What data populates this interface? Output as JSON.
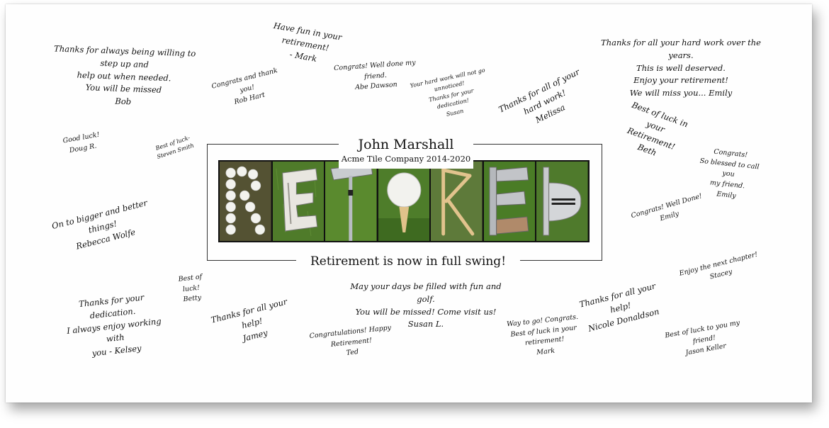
{
  "plaque": {
    "name": "John Marshall",
    "company": "Acme Tile Company  2014-2020",
    "tagline": "Retirement is now in full swing!",
    "word_spelled_by_photos": "RETIRED",
    "photo_tiles": [
      {
        "letter": "R",
        "subject": "golf balls"
      },
      {
        "letter": "E",
        "subject": "golf glove"
      },
      {
        "letter": "T",
        "subject": "iron club heads"
      },
      {
        "letter": "I",
        "subject": "golf ball on tee"
      },
      {
        "letter": "R",
        "subject": "wooden tees"
      },
      {
        "letter": "E",
        "subject": "iron clubs"
      },
      {
        "letter": "D",
        "subject": "putter"
      }
    ]
  },
  "signatures": [
    {
      "text": "Thanks for always being willing to step up and\nhelp out when needed.\nYou will be missed\nBob"
    },
    {
      "text": "Have fun in your\nretirement!\n- Mark"
    },
    {
      "text": "Congrats and thank you!\nRob Hart"
    },
    {
      "text": "Congrats!  Well done my friend.\nAbe Dawson"
    },
    {
      "text": "Your hard work will not go unnoticed!\nThanks for your dedication!\nSusan"
    },
    {
      "text": "Thanks for all of your hard work!\nMelissa"
    },
    {
      "text": "Thanks for all your hard work over the years.\nThis is well deserved.\nEnjoy your retirement!\nWe will miss you... Emily"
    },
    {
      "text": "Best of luck in your\nRetirement!\nBeth"
    },
    {
      "text": "Congrats!\nSo blessed to call you\nmy friend.\nEmily"
    },
    {
      "text": "Good luck!\nDoug R."
    },
    {
      "text": "Best of luck-\nSteven Smith"
    },
    {
      "text": "On to bigger and better things!\nRebecca Wolfe"
    },
    {
      "text": "Congrats!  Well Done!\nEmily"
    },
    {
      "text": "Enjoy the next chapter!\nStacey"
    },
    {
      "text": "Best of luck!\nBetty"
    },
    {
      "text": "Thanks for your dedication.\nI always enjoy working with\nyou  -  Kelsey"
    },
    {
      "text": "Thanks for all your help!\nJamey"
    },
    {
      "text": "May your days be filled with fun and golf.\nYou will be missed!  Come visit us!\nSusan L."
    },
    {
      "text": "Congratulations! Happy Retirement!\nTed"
    },
    {
      "text": "Way to go!  Congrats.\nBest of luck in your retirement!\nMark"
    },
    {
      "text": "Thanks for all your help!\nNicole Donaldson"
    },
    {
      "text": "Best of luck to you my friend!\nJason Keller"
    }
  ]
}
